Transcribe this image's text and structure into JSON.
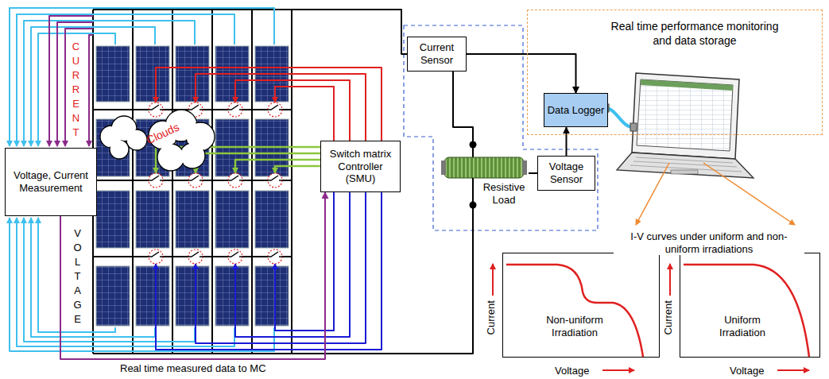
{
  "diagram": {
    "nodes": [
      {
        "text": [
          "Voltage, Current Measurement"
        ]
      },
      {
        "text": [
          "Switch matrix Controller (SMU)"
        ]
      },
      {
        "text": [
          "Current Sensor"
        ]
      },
      {
        "text": [
          "Real time performance monitoring and data storage"
        ]
      },
      {
        "text": [
          "Data Logger"
        ],
        "in": 3
      },
      {
        "text": [
          "Voltage Sensor"
        ]
      },
      {
        "text": [
          "Resistive Load"
        ]
      },
      {
        "text": [
          "Non-uniform Irradiation"
        ]
      },
      {
        "text": [
          "Uniform Irradiation"
        ]
      }
    ],
    "edges": [
      {
        "from": 2,
        "to": 4,
        "arrow": "to"
      },
      {
        "from": 5,
        "to": 4,
        "arrow": "to"
      },
      {
        "from": 2,
        "to": 6,
        "arrow": "none"
      },
      {
        "from": 5,
        "to": 6,
        "arrow": "none"
      },
      {
        "from": 0,
        "to": 1,
        "arrow": "to",
        "label": "Real time measured data to MC"
      }
    ],
    "labels": [
      "CURRENT",
      "Clouds",
      "VOLTAGE",
      "I-V curves under uniform and non-uniform irradiations",
      "Current",
      "Voltage",
      "Current",
      "Voltage"
    ]
  }
}
